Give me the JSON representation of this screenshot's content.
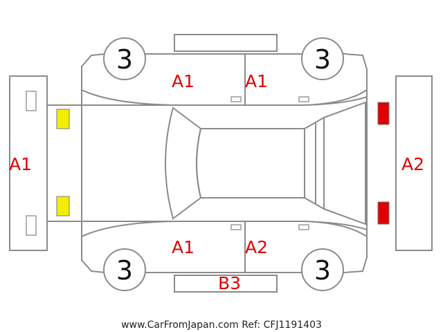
{
  "colors": {
    "outline": "#8a8a8a",
    "damage_code": "#e00000",
    "front_lamp": "#f2ee00",
    "rear_lamp": "#e00000"
  },
  "diagram": {
    "wheels": {
      "front_left": "3",
      "rear_left": "3",
      "front_right": "3",
      "rear_right": "3"
    },
    "codes": {
      "front_bumper": "A1",
      "rear_bumper": "A2",
      "left_front_door": "A1",
      "left_rear_door": "A1",
      "right_front_door": "A1",
      "right_rear_door": "A2",
      "right_sill": "B3"
    }
  },
  "footer": {
    "text": "www.CarFromJapan.com Ref: CFJ1191403"
  }
}
